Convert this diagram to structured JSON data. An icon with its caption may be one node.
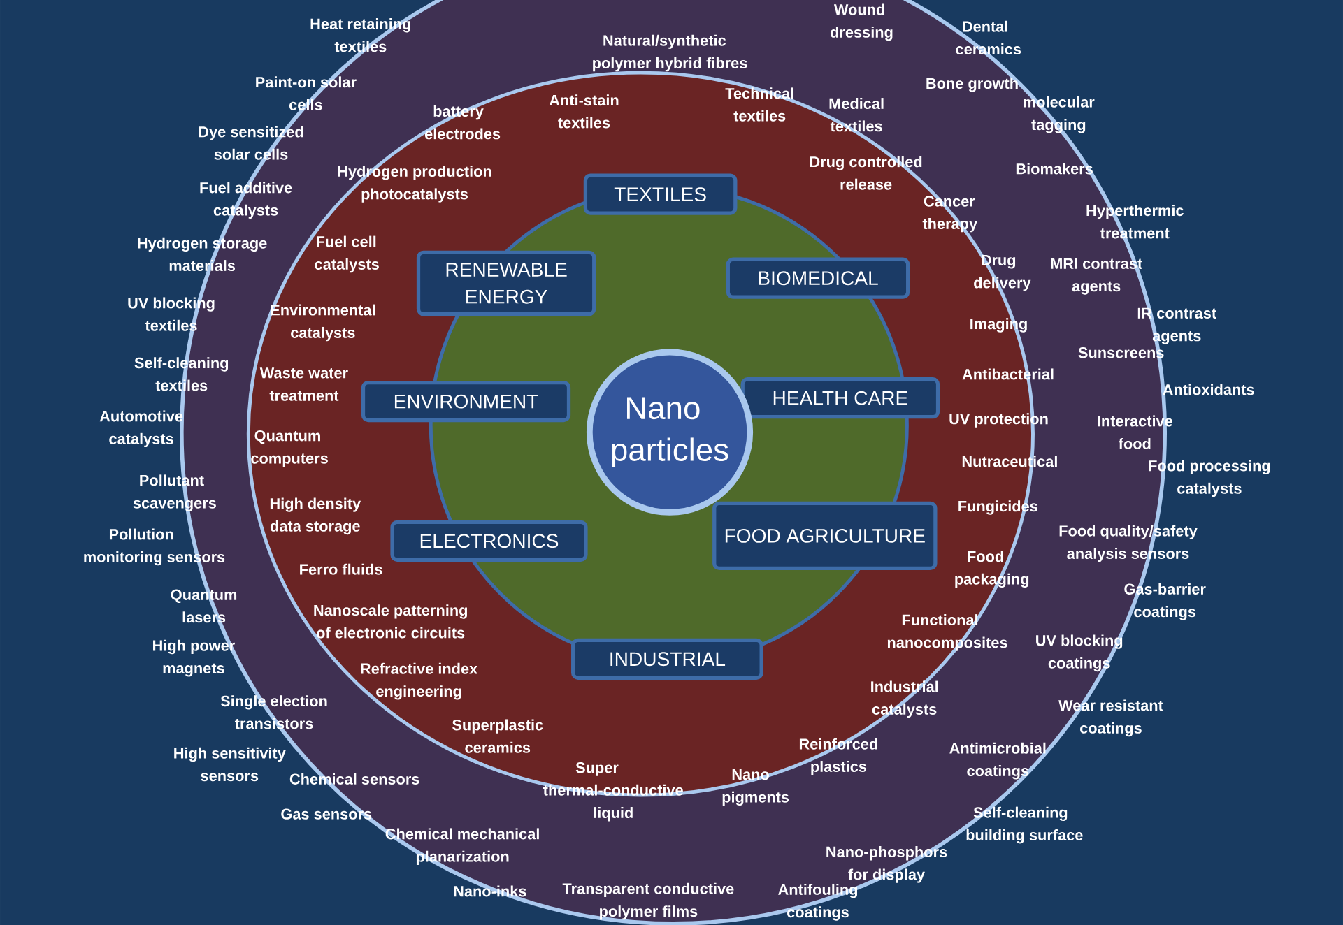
{
  "diagram": {
    "nodes": [
      {
        "text": [
          "TEXTILES"
        ]
      },
      {
        "text": [
          "RENEWABLE ENERGY"
        ]
      },
      {
        "text": [
          "BIOMEDICAL"
        ]
      },
      {
        "text": [
          "HEALTH CARE"
        ]
      },
      {
        "text": [
          "ENVIRONMENT"
        ]
      },
      {
        "text": [
          "Nano particles"
        ]
      },
      {
        "text": [
          "FOOD AGRICULTURE"
        ]
      },
      {
        "text": [
          "ELECTRONICS"
        ]
      },
      {
        "text": [
          "INDUSTRIAL"
        ]
      }
    ],
    "labels": [
      "Heat retaining textiles",
      "Wound dressing",
      "Dental ceramics",
      "Natural/synthetic polymer hybrid fibres",
      "Paint-on solar cells",
      "battery electrodes",
      "Anti-stain textiles",
      "Technical textiles",
      "Medical textiles",
      "Bone growth",
      "molecular tagging",
      "Dye sensitized solar cells",
      "Drug controlled release",
      "Biomakers",
      "Hydrogen production photocatalysts",
      "Fuel additive catalysts",
      "Cancer therapy",
      "Hyperthermic treatment",
      "Hydrogen storage materials",
      "Fuel cell catalysts",
      "Drug delivery",
      "MRI contrast agents",
      "UV blocking textiles",
      "Environmental catalysts",
      "Imaging",
      "IR contrast agents",
      "Sunscreens",
      "Self-cleaning textiles",
      "Waste water treatment",
      "Antibacterial",
      "Antioxidants",
      "Automotive catalysts",
      "UV protection",
      "Interactive food",
      "Quantum computers",
      "Pollutant scavengers",
      "Nutraceutical",
      "Food processing catalysts",
      "High density data storage",
      "Fungicides",
      "Pollution monitoring sensors",
      "Food quality/safety analysis sensors",
      "Ferro fluids",
      "Food packaging",
      "Quantum lasers",
      "Gas-barrier coatings",
      "Nanoscale patterning of electronic circuits",
      "Functional nanocomposites",
      "High power magnets",
      "UV blocking coatings",
      "Refractive index engineering",
      "Single election transistors",
      "Industrial catalysts",
      "Wear resistant coatings",
      "Superplastic ceramics",
      "High sensitivity sensors",
      "Chemical sensors",
      "Gas sensors",
      "Super thermal-conductive liquid",
      "Nano pigments",
      "Reinforced plastics",
      "Antimicrobial coatings",
      "Self-cleaning building surface",
      "Chemical mechanical planarization",
      "Nano-phosphors for display",
      "Nano-inks",
      "Transparent conductive polymer films",
      "Antifouling coatings"
    ]
  }
}
